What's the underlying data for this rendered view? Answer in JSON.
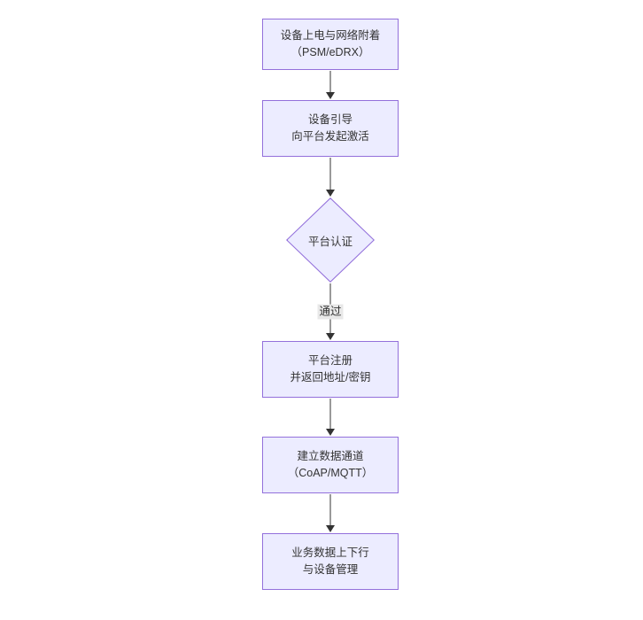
{
  "theme": {
    "background": "#ffffff",
    "node_fill": "#ECECFF",
    "node_border": "#9370DB",
    "edge_color": "#333333",
    "text_color": "#333333",
    "edge_label_bg": "#e8e8e8"
  },
  "diagram": {
    "type": "flowchart",
    "direction": "top-down"
  },
  "nodes": [
    {
      "id": "power-attach",
      "type": "rect",
      "lines": [
        "设备上电与网络附着",
        "（PSM/eDRX）"
      ]
    },
    {
      "id": "bootstrap",
      "type": "rect",
      "lines": [
        "设备引导",
        "向平台发起激活"
      ]
    },
    {
      "id": "platform-auth",
      "type": "diamond",
      "lines": [
        "平台认证"
      ]
    },
    {
      "id": "platform-register",
      "type": "rect",
      "lines": [
        "平台注册",
        "并返回地址/密钥"
      ]
    },
    {
      "id": "data-channel",
      "type": "rect",
      "lines": [
        "建立数据通道",
        "（CoAP/MQTT）"
      ]
    },
    {
      "id": "business-data",
      "type": "rect",
      "lines": [
        "业务数据上下行",
        "与设备管理"
      ]
    }
  ],
  "edges": [
    {
      "from": "power-attach",
      "to": "bootstrap",
      "label": ""
    },
    {
      "from": "bootstrap",
      "to": "platform-auth",
      "label": ""
    },
    {
      "from": "platform-auth",
      "to": "platform-register",
      "label": "通过"
    },
    {
      "from": "platform-register",
      "to": "data-channel",
      "label": ""
    },
    {
      "from": "data-channel",
      "to": "business-data",
      "label": ""
    }
  ]
}
